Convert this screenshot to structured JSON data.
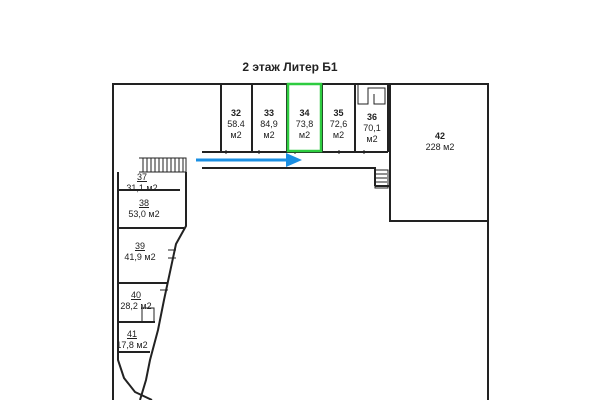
{
  "plan": {
    "title": "2 этаж Литер Б1",
    "highlight_color": "#2ecc40",
    "arrow_color": "#1a8fe3",
    "rooms": {
      "r32": {
        "num": "32",
        "area": "58.4",
        "unit": "м2"
      },
      "r33": {
        "num": "33",
        "area": "84,9",
        "unit": "м2"
      },
      "r34": {
        "num": "34",
        "area": "73,8",
        "unit": "м2"
      },
      "r35": {
        "num": "35",
        "area": "72,6",
        "unit": "м2"
      },
      "r36": {
        "num": "36",
        "area": "70,1",
        "unit": "м2"
      },
      "r42": {
        "num": "42",
        "area": "228 м2"
      },
      "r37": {
        "num": "37",
        "area": "31,1 м2"
      },
      "r38": {
        "num": "38",
        "area": "53,0 м2"
      },
      "r39": {
        "num": "39",
        "area": "41,9 м2"
      },
      "r40": {
        "num": "40",
        "area": "28,2 м2"
      },
      "r41": {
        "num": "41",
        "area": "17,8 м2"
      }
    }
  }
}
